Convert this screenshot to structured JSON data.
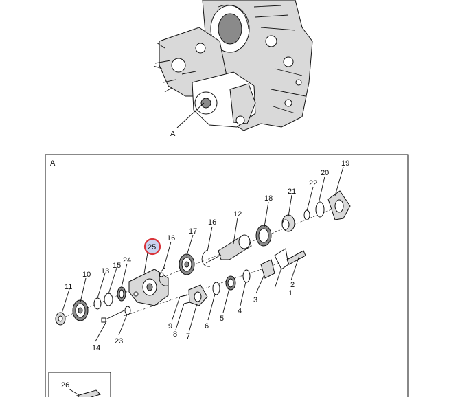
{
  "engine_view": {
    "callout": "A"
  },
  "detail_view": {
    "title": "A",
    "highlighted_callout": "25",
    "highlight_color": "#d9343a",
    "callouts": [
      "1",
      "2",
      "3",
      "4",
      "5",
      "6",
      "7",
      "8",
      "9",
      "10",
      "11",
      "12",
      "13",
      "14",
      "15",
      "16",
      "16",
      "17",
      "18",
      "19",
      "20",
      "21",
      "22",
      "23",
      "24",
      "26"
    ]
  }
}
